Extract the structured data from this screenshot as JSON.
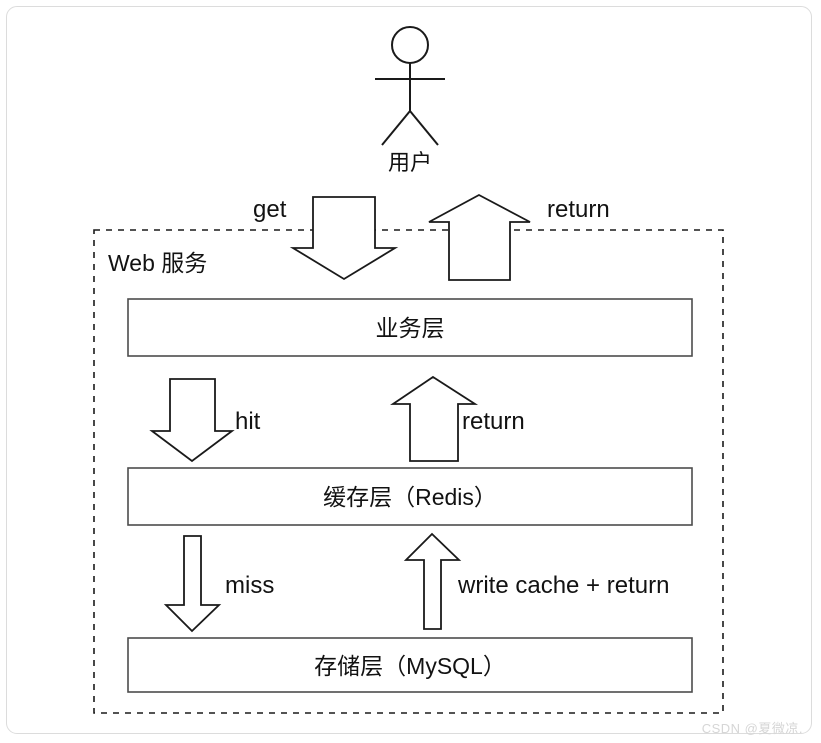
{
  "diagram": {
    "title_text": "",
    "actor": {
      "label": "用户",
      "icon": "stick-figure-actor-icon"
    },
    "group": {
      "label": "Web 服务",
      "border_style": "dashed"
    },
    "nodes": [
      {
        "id": "business",
        "label": "业务层"
      },
      {
        "id": "cache",
        "label": "缓存层（Redis）"
      },
      {
        "id": "storage",
        "label": "存储层（MySQL）"
      }
    ],
    "edges": [
      {
        "id": "get",
        "label": "get",
        "from": "用户",
        "to": "业务层",
        "direction": "down"
      },
      {
        "id": "return-top",
        "label": "return",
        "from": "业务层",
        "to": "用户",
        "direction": "up"
      },
      {
        "id": "hit",
        "label": "hit",
        "from": "业务层",
        "to": "缓存层（Redis）",
        "direction": "down"
      },
      {
        "id": "return-mid",
        "label": "return",
        "from": "缓存层（Redis）",
        "to": "业务层",
        "direction": "up"
      },
      {
        "id": "miss",
        "label": "miss",
        "from": "缓存层（Redis）",
        "to": "存储层（MySQL）",
        "direction": "down"
      },
      {
        "id": "write-cache",
        "label": "write cache + return",
        "from": "存储层（MySQL）",
        "to": "缓存层（Redis）",
        "direction": "up"
      }
    ],
    "colors": {
      "stroke": "#1a1a1a",
      "box_stroke": "#4d4d4d",
      "background": "#ffffff",
      "frame": "#dcdcdc",
      "watermark": "#d6d6d6"
    }
  },
  "watermark": {
    "text": "CSDN @夏微凉."
  }
}
